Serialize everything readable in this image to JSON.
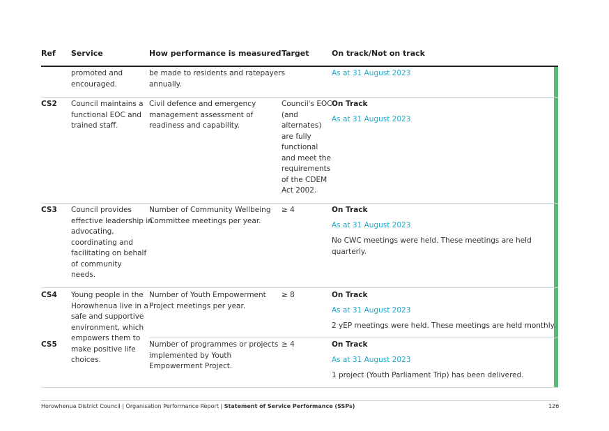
{
  "headers": {
    "ref": "Ref",
    "service": "Service",
    "measure": "How performance is measured",
    "target": "Target",
    "status": "On track/Not on track"
  },
  "rows": {
    "cont": {
      "service": "promoted and\nencouraged.",
      "measure": "be made to residents and ratepayers\nannually.",
      "asat": "As at 31 August 2023"
    },
    "cs2": {
      "ref": "CS2",
      "service": "Council maintains a\nfunctional EOC and\ntrained staff.",
      "measure": "Civil defence and emergency\nmanagement assessment of\nreadiness and capability.",
      "target": "Council's EOC\n(and\nalternates)\nare fully\nfunctional\nand meet the\nrequirements\nof the CDEM\nAct 2002.",
      "status": "On Track",
      "asat": "As at 31 August 2023"
    },
    "cs3": {
      "ref": "CS3",
      "service": "Council provides\neffective leadership in\nadvocating,\ncoordinating and\nfacilitating on behalf\nof community\nneeds.",
      "measure": "Number of Community Wellbeing\nCommittee meetings per year.",
      "target": "≥ 4",
      "status": "On Track",
      "asat": "As at 31 August 2023",
      "comment": "No CWC meetings were held. These meetings are held\nquarterly."
    },
    "cs4": {
      "ref": "CS4",
      "service": "Young people in the\nHorowhenua live in a\nsafe and supportive\nenvironment, which\nempowers them to\nmake positive life\nchoices.",
      "measure": "Number of Youth Empowerment\nProject meetings per year.",
      "target": "≥ 8",
      "status": "On Track",
      "asat": "As at 31 August 2023",
      "comment": "2 yEP meetings were held. These meetings are held monthly."
    },
    "cs5": {
      "ref": "CS5",
      "measure": "Number of programmes or projects\nimplemented by Youth\nEmpowerment Project.",
      "target": "≥ 4",
      "status": "On Track",
      "asat": "As at 31 August 2023",
      "comment": "1 project (Youth Parliament Trip) has been delivered."
    }
  },
  "footer": {
    "prefix": "Horowhenua District Council | Organisation Performance Report | ",
    "bold": "Statement of Service Performance (SSPs)",
    "page": "126"
  },
  "colors": {
    "accent_green": "#5cb87a",
    "link_blue": "#1fa8c9"
  }
}
